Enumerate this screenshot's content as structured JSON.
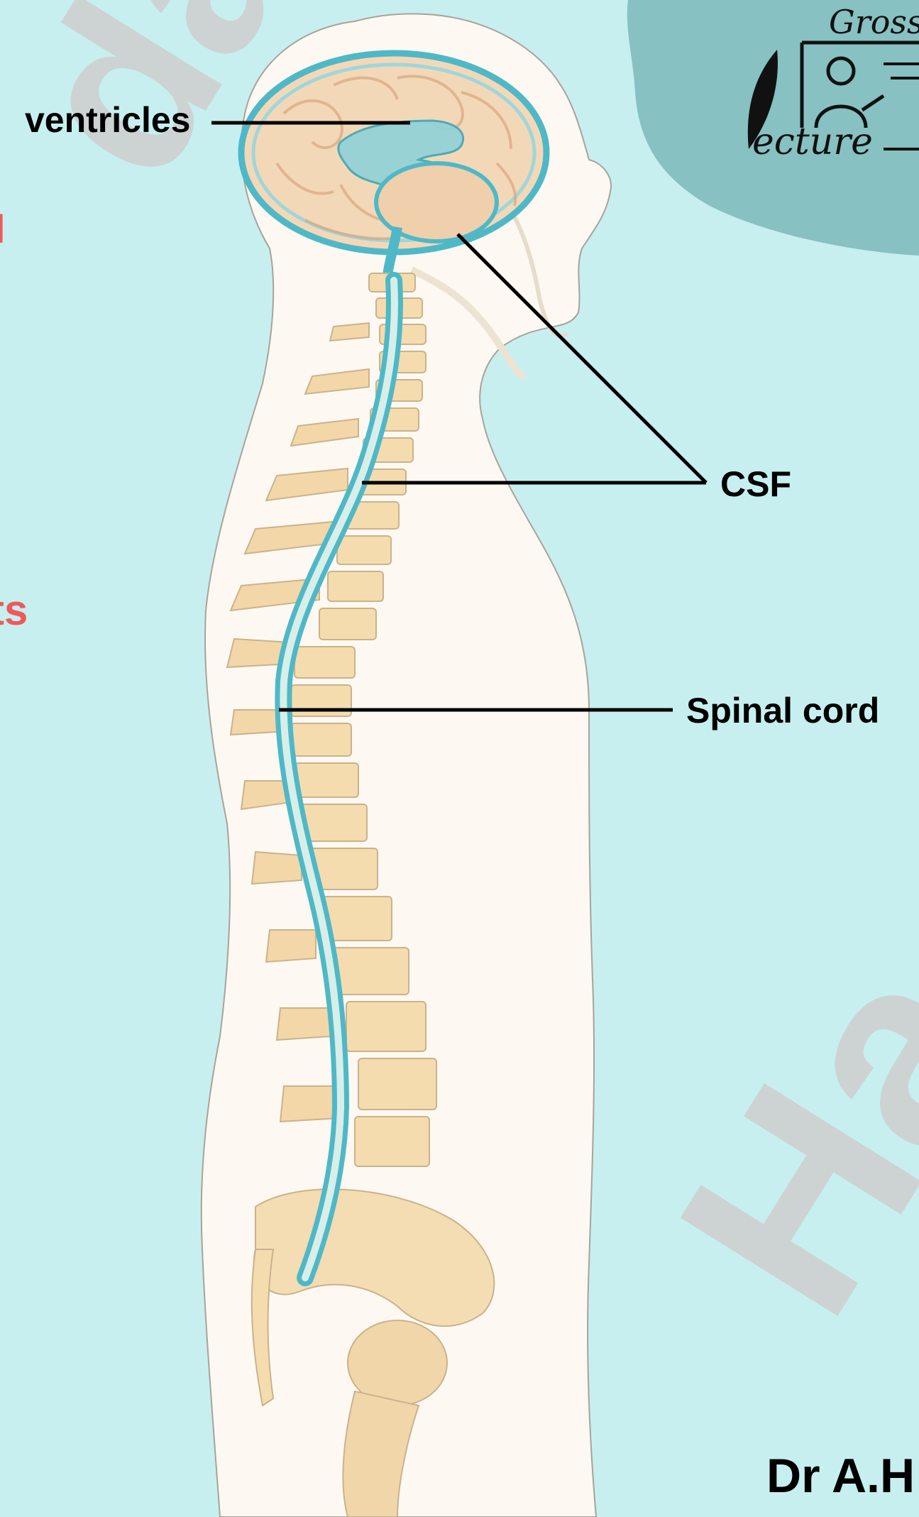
{
  "labels": {
    "ventricles": "ventricles",
    "csf": "CSF",
    "spinal_cord": "Spinal cord"
  },
  "partial_text": {
    "left_top": "l",
    "left_mid": "ts"
  },
  "watermarks": {
    "top_left": "da",
    "bottom_right": "Ha"
  },
  "logo": {
    "top_text": "Gross",
    "bottom_text": "ecture"
  },
  "author": "Dr A.H",
  "colors": {
    "background": "#c7eff0",
    "logo_blob": "#87c1c2",
    "csf_blue": "#4fb8c7",
    "bone": "#f5dcae",
    "body_fill": "#fdf8f2",
    "accent_red": "#ee5a5a",
    "watermark": "#cfcfcf"
  }
}
